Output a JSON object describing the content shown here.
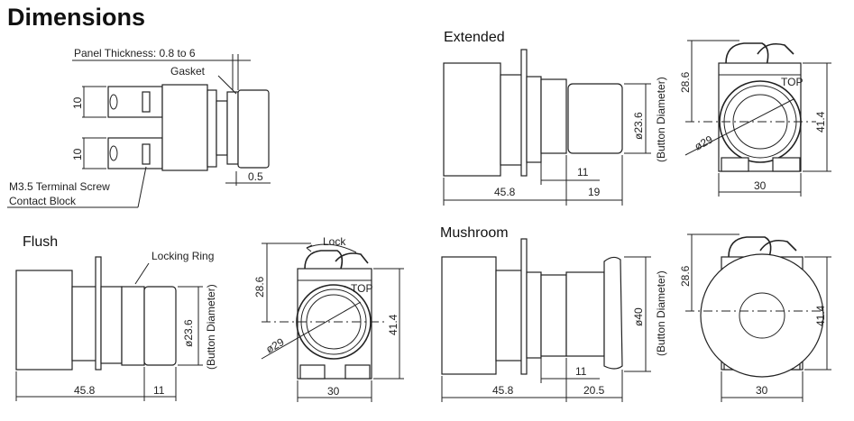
{
  "title": "Dimensions",
  "side_view": {
    "panel_thickness": "Panel Thickness: 0.8 to 6",
    "gasket": "Gasket",
    "dim_top": "10",
    "dim_bottom": "10",
    "terminal_screw": "M3.5 Terminal Screw",
    "contact_block": "Contact Block",
    "gasket_gap": "0.5"
  },
  "extended": {
    "heading": "Extended",
    "body_length": "45.8",
    "ring_length": "11",
    "button_length": "19",
    "button_diameter": "ø23.6",
    "button_diameter_note": "(Button Diameter)",
    "front_height_top": "28.6",
    "front_height": "41.4",
    "front_width": "30",
    "ring_diameter": "ø29",
    "top_marking": "TOP"
  },
  "flush": {
    "heading": "Flush",
    "locking_ring": "Locking Ring",
    "body_length": "45.8",
    "ring_length": "11",
    "button_diameter": "ø23.6",
    "button_diameter_note": "(Button Diameter)",
    "lock": "Lock",
    "front_height_top": "28.6",
    "front_height": "41.4",
    "front_width": "30",
    "ring_diameter": "ø29",
    "top_marking": "TOP"
  },
  "mushroom": {
    "heading": "Mushroom",
    "body_length": "45.8",
    "ring_length": "11",
    "button_length": "20.5",
    "button_diameter": "ø40",
    "button_diameter_note": "(Button Diameter)",
    "front_height_top": "28.6",
    "front_height": "41.4",
    "front_width": "30"
  }
}
